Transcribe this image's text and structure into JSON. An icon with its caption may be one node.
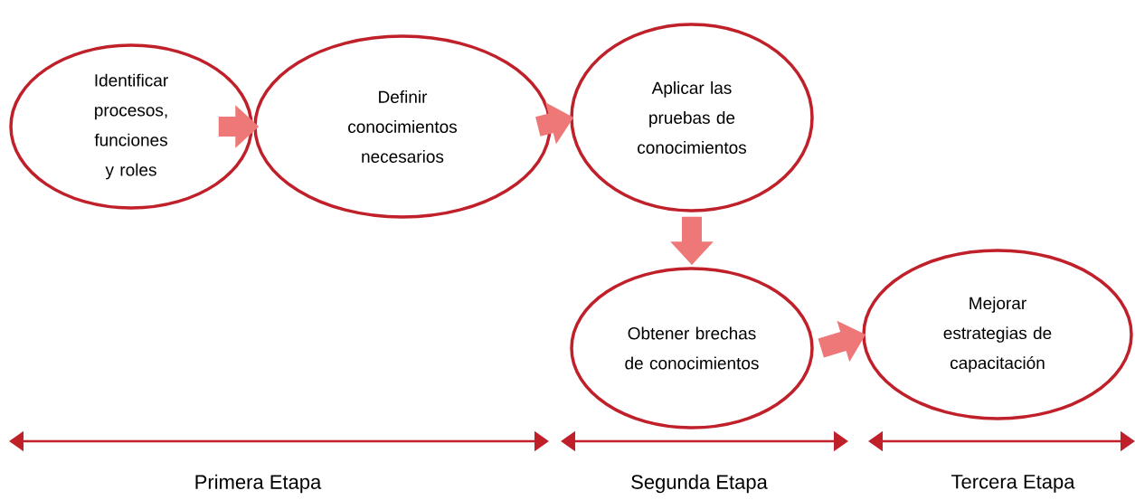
{
  "diagram": {
    "nodes": [
      {
        "text": [
          "Identificar procesos, funciones y roles"
        ]
      },
      {
        "text": [
          "Definir conocimientos necesarios"
        ]
      },
      {
        "text": [
          "Aplicar las pruebas de conocimientos"
        ]
      },
      {
        "text": [
          "Obtener brechas de conocimientos"
        ]
      },
      {
        "text": [
          "Mejorar estrategias de capacitación"
        ]
      }
    ],
    "edges": [
      {
        "from": 0,
        "to": 1,
        "arrow": "to"
      },
      {
        "from": 1,
        "to": 2,
        "arrow": "to"
      },
      {
        "from": 2,
        "to": 3,
        "arrow": "to"
      },
      {
        "from": 3,
        "to": 4,
        "arrow": "to"
      }
    ],
    "labels": [
      "Primera Etapa",
      "Segunda Etapa",
      "Tercera Etapa"
    ]
  }
}
